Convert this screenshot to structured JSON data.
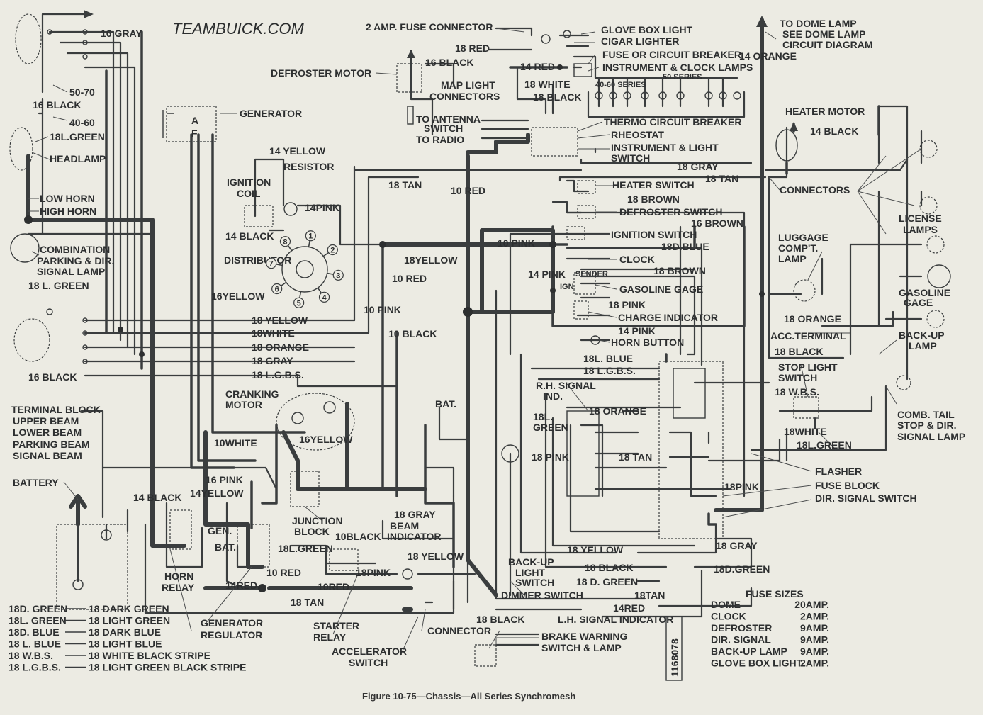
{
  "watermark": "TEAMBUICK.COM",
  "caption": "Figure 10-75—Chassis—All Series Synchromesh",
  "drawing_number": "1168078",
  "labels": {
    "gray16": "16 GRAY",
    "v5070": "50-70",
    "black16a": "16 BLACK",
    "v4060": "40-60",
    "lgreen18a": "18L.GREEN",
    "headlamp": "HEADLAMP",
    "low_horn": "LOW HORN",
    "high_horn": "HIGH HORN",
    "comb1": "COMBINATION",
    "comb2": "PARKING & DIR.",
    "comb3": "SIGNAL LAMP",
    "lgreen18b": "18 L. GREEN",
    "black16b": "16 BLACK",
    "tb1": "TERMINAL BLOCK",
    "tb2": "UPPER BEAM",
    "tb3": "LOWER BEAM",
    "tb4": "PARKING BEAM",
    "tb5": "SIGNAL BEAM",
    "battery": "BATTERY",
    "generator": "GENERATOR",
    "gen_a": "A",
    "gen_f": "F",
    "ign_coil1": "IGNITION",
    "ign_coil2": "COIL",
    "yellow14a": "14 YELLOW",
    "resistor": "RESISTOR",
    "pink14a": "14PINK",
    "black14a": "14 BLACK",
    "distributor": "DISTRIBUTOR",
    "yellow16a": "16YELLOW",
    "yellow18a": "18 YELLOW",
    "white18a": "18WHITE",
    "orange18a": "18 ORANGE",
    "gray18a": "18 GRAY",
    "lgbs18a": "18 L.G.B.S.",
    "cranking1": "CRANKING",
    "cranking2": "MOTOR",
    "yellow16b": "16YELLOW",
    "white10": "10WHITE",
    "pink16": "16 PINK",
    "yellow14b": "14YELLOW",
    "black14b": "14 BLACK",
    "junction1": "JUNCTION",
    "junction2": "BLOCK",
    "gen": "GEN.",
    "bat": "BAT.",
    "lgreen18c": "18L.GREEN",
    "black10": "10BLACK",
    "horn_relay1": "HORN",
    "horn_relay2": "RELAY",
    "red14a": "14RED",
    "red10a": "10 RED",
    "red10b": "10RED",
    "tan18a": "18 TAN",
    "genreg1": "GENERATOR",
    "genreg2": "REGULATOR",
    "starter1": "STARTER",
    "starter2": "RELAY",
    "accel1": "ACCELERATOR",
    "accel2": "SWITCH",
    "connector": "CONNECTOR",
    "pink18a": "18PINK",
    "yellow18b": "18 YELLOW",
    "gray18b": "18 GRAY",
    "beam1": "BEAM",
    "beam2": "INDICATOR",
    "bat2": "BAT.",
    "fuse2a": "2 AMP. FUSE CONNECTOR",
    "red18a": "18 RED",
    "black16c": "16 BLACK",
    "defroster_motor": "DEFROSTER MOTOR",
    "map1": "MAP LIGHT",
    "map2": "CONNECTORS",
    "red14b": "14 RED",
    "white18b": "18 WHITE",
    "black18a": "18 BLACK",
    "ant1": "TO ANTENNA",
    "ant2": "SWITCH",
    "ant3": "TO RADIO",
    "tan18b": "18 TAN",
    "red10c": "10 RED",
    "glove_box": "GLOVE BOX LIGHT",
    "cigar": "CIGAR LIGHTER",
    "fuse_cb": "FUSE OR CIRCUIT BREAKER",
    "instr_clock": "INSTRUMENT & CLOCK LAMPS",
    "series50": "50 SERIES",
    "series4060": "40-60 SERIES",
    "thermo": "THERMO CIRCUIT BREAKER",
    "rheostat": "RHEOSTAT",
    "ils1": "INSTRUMENT & LIGHT",
    "ils2": "SWITCH",
    "dome1": "TO DOME LAMP",
    "dome2": "SEE DOME LAMP",
    "dome3": "CIRCUIT DIAGRAM",
    "orange14": "14 ORANGE",
    "heater_motor": "HEATER MOTOR",
    "black14c": "14 BLACK",
    "gray18c": "18 GRAY",
    "tan18c": "18 TAN",
    "heater_switch": "HEATER SWITCH",
    "brown18a": "18 BROWN",
    "defroster_switch": "DEFROSTER SWITCH",
    "brown16": "16 BROWN",
    "ignition_switch": "IGNITION SWITCH",
    "pink10": "10 PINK",
    "dblue18a": "18D.BLUE",
    "clock": "CLOCK",
    "yellow18c": "18YELLOW",
    "pink14b": "14 PINK",
    "brown18b": "18 BROWN",
    "sender": "SENDER",
    "ign": "IGN",
    "gasoline_gage": "GASOLINE GAGE",
    "pink18b": "18 PINK",
    "charge": "CHARGE INDICATOR",
    "pink14c": "14 PINK",
    "horn_button": "HORN BUTTON",
    "red10d": "10 RED",
    "pink10b": "10 PINK",
    "black10b": "10 BLACK",
    "connectors": "CONNECTORS",
    "luggage1": "LUGGAGE",
    "luggage2": "COMP'T.",
    "luggage3": "LAMP",
    "license1": "LICENSE",
    "license2": "LAMPS",
    "gas_gage1": "GASOLINE",
    "gas_gage2": "GAGE",
    "orange18b": "18 ORANGE",
    "acc_terminal": "ACC.TERMINAL",
    "black18b": "18 BLACK",
    "backup1": "BACK-UP",
    "backup2": "LAMP",
    "stop1": "STOP LIGHT",
    "stop2": "SWITCH",
    "wbs18": "18 W.B.S.",
    "tail1": "COMB. TAIL",
    "tail2": "STOP & DIR.",
    "tail3": "SIGNAL LAMP",
    "white18c": "18WHITE",
    "lgreen18d": "18L.GREEN",
    "flasher": "FLASHER",
    "fuse_block": "FUSE BLOCK",
    "dir_switch": "DIR. SIGNAL SWITCH",
    "lblue18": "18L. BLUE",
    "lgbs18b": "18 L.G.B.S.",
    "rh1": "R.H. SIGNAL",
    "rh2": "IND.",
    "orange18c": "18 ORANGE",
    "lgreen18e1": "18L.",
    "lgreen18e2": "GREEN",
    "pink18c": "18 PINK",
    "tan18d": "18 TAN",
    "pink18d": "18PINK",
    "gray18d": "18 GRAY",
    "yellow18d": "18 YELLOW",
    "black18c": "18 BLACK",
    "dgreen18a": "18 D. GREEN",
    "dgreen18b": "18D.GREEN",
    "tan18e": "18TAN",
    "red14c": "14RED",
    "bus1": "BACK-UP",
    "bus2": "LIGHT",
    "bus3": "SWITCH",
    "dimmer": "DIMMER SWITCH",
    "lh_ind": "L.H. SIGNAL INDICATOR",
    "black18d": "18 BLACK",
    "brake1": "BRAKE WARNING",
    "brake2": "SWITCH & LAMP"
  },
  "abbreviations": [
    {
      "code": "18D. GREEN",
      "meaning": "18 DARK GREEN"
    },
    {
      "code": "18L. GREEN",
      "meaning": "18 LIGHT GREEN"
    },
    {
      "code": "18D. BLUE",
      "meaning": "18 DARK BLUE"
    },
    {
      "code": "18 L. BLUE",
      "meaning": "18 LIGHT BLUE"
    },
    {
      "code": "18 W.B.S.",
      "meaning": "18 WHITE BLACK STRIPE"
    },
    {
      "code": "18 L.G.B.S.",
      "meaning": "18 LIGHT GREEN BLACK STRIPE"
    }
  ],
  "fuse_sizes": {
    "title": "FUSE SIZES",
    "items": [
      {
        "name": "DOME",
        "amp": "20AMP."
      },
      {
        "name": "CLOCK",
        "amp": "2AMP."
      },
      {
        "name": "DEFROSTER",
        "amp": "9AMP."
      },
      {
        "name": "DIR. SIGNAL",
        "amp": "9AMP."
      },
      {
        "name": "BACK-UP LAMP",
        "amp": "9AMP."
      },
      {
        "name": "GLOVE BOX LIGHT",
        "amp": "2AMP."
      }
    ]
  },
  "distributor_terminals": [
    "1",
    "2",
    "3",
    "4",
    "5",
    "6",
    "7",
    "8"
  ]
}
